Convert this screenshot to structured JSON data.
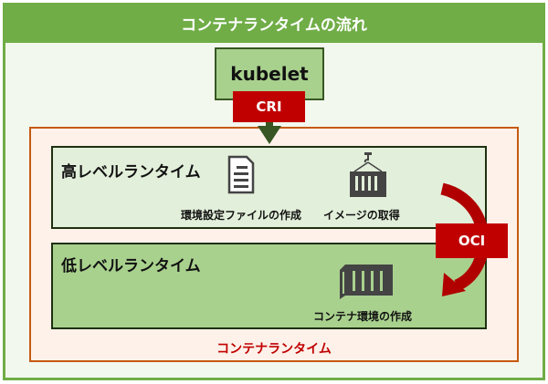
{
  "title": "コンテナランタイムの流れ",
  "kubelet": "kubelet",
  "cri": "CRI",
  "oci": "OCI",
  "container_runtime": "コンテナランタイム",
  "high_level": {
    "title": "高レベルランタイム",
    "tasks": [
      "環境設定ファイルの作成",
      "イメージの取得"
    ]
  },
  "low_level": {
    "title": "低レベルランタイム",
    "tasks": [
      "コンテナ環境の作成"
    ]
  },
  "colors": {
    "green": "#70ad47",
    "red": "#c00000",
    "orange": "#c55a11",
    "arrow": "#375623"
  }
}
